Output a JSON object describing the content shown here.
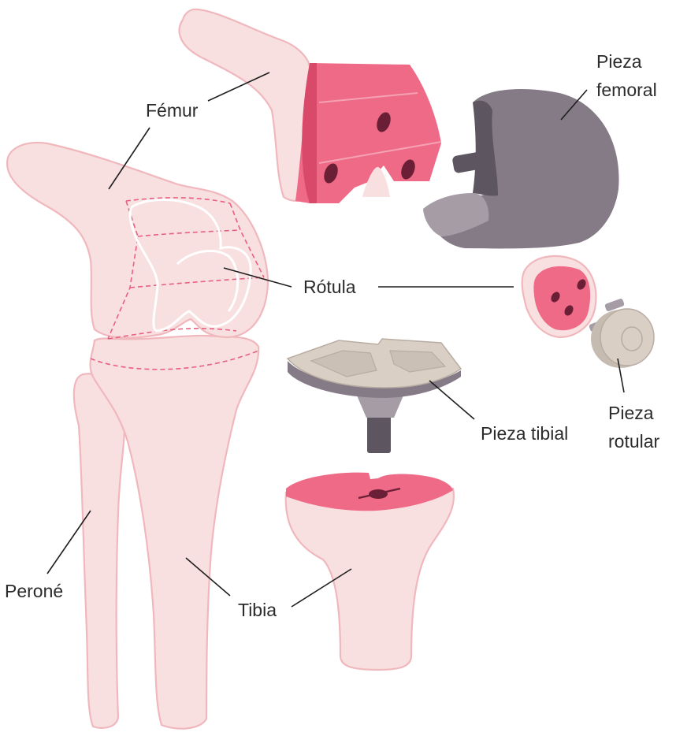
{
  "labels": {
    "femur": "Fémur",
    "femoral_piece_line1": "Pieza",
    "femoral_piece_line2": "femoral",
    "patella": "Rótula",
    "tibial_piece": "Pieza tibial",
    "patellar_piece_line1": "Pieza",
    "patellar_piece_line2": "rotular",
    "fibula": "Peroné",
    "tibia": "Tibia"
  },
  "colors": {
    "bone": "#f8dfe0",
    "bone_outline": "#f0b8bd",
    "cut_surface": "#ef6a86",
    "implant_metal": "#857b86",
    "polyethylene": "#d9cfc4"
  }
}
